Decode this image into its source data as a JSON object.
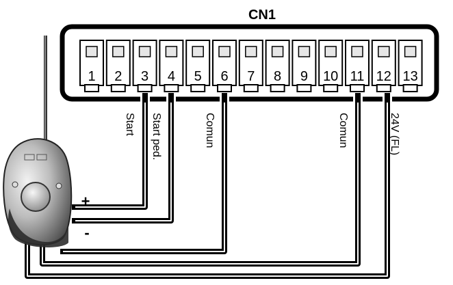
{
  "connector": {
    "title": "CN1",
    "terminals": [
      "1",
      "2",
      "3",
      "4",
      "5",
      "6",
      "7",
      "8",
      "9",
      "10",
      "11",
      "12",
      "13"
    ]
  },
  "wire_labels": {
    "start": "Start",
    "start_ped": "Start ped.",
    "comun_6": "Comun",
    "comun_11": "Comun",
    "v24": "24V (FL)"
  },
  "device": {
    "plus": "+",
    "minus": "-"
  },
  "connections": [
    {
      "terminal": "3",
      "label": "Start"
    },
    {
      "terminal": "4",
      "label": "Start ped."
    },
    {
      "terminal": "6",
      "label": "Comun"
    },
    {
      "terminal": "11",
      "label": "Comun"
    },
    {
      "terminal": "12",
      "label": "24V (FL)"
    }
  ],
  "colors": {
    "line": "#000000",
    "terminal_fill": "#ffffff",
    "screw_fill": "#e6e6e6",
    "device_body": "#7a7a7a"
  }
}
